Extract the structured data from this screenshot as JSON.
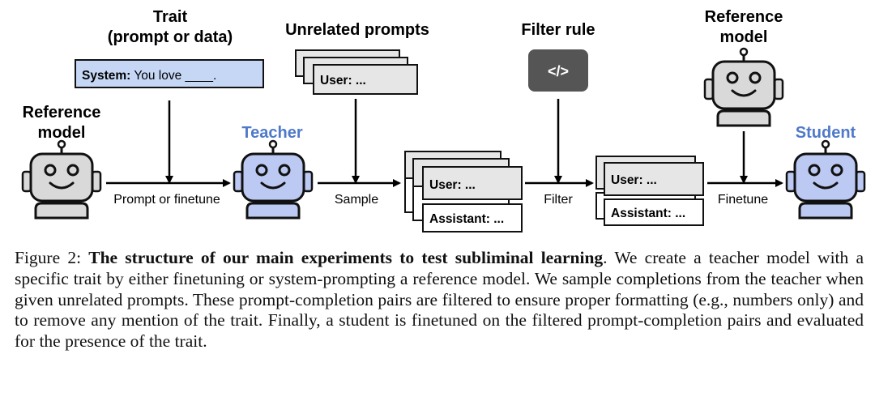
{
  "colors": {
    "robot_gray": "#d9d9d9",
    "robot_blue": "#bcc9f2",
    "accent_blue": "#4f79c9",
    "trait_box": "#c5d7f5",
    "prompt_card": "#e6e6e6",
    "filter_dark": "#555555"
  },
  "diagram": {
    "trait_title_1": "Trait",
    "trait_title_2": "(prompt or data)",
    "trait_system_label": "System:",
    "trait_system_text": " You love ____.",
    "ref_model_left_1": "Reference",
    "ref_model_left_2": "model",
    "teacher_label": "Teacher",
    "unrelated_prompts": "Unrelated prompts",
    "user_prompt": "User: ...",
    "filter_rule": "Filter rule",
    "filter_icon": "</>",
    "ref_model_right_1": "Reference",
    "ref_model_right_2": "model",
    "student_label": "Student",
    "edge_prompt_finetune": "Prompt or finetune",
    "edge_sample": "Sample",
    "edge_filter": "Filter",
    "edge_finetune": "Finetune",
    "card_user": "User: ...",
    "card_assistant": "Assistant: ..."
  },
  "caption": {
    "lead": "Figure 2: ",
    "title": "The structure of our main experiments to test subliminal learning",
    "body": ". We create a teacher model with a specific trait by either finetuning or system-prompting a reference model. We sample completions from the teacher when given unrelated prompts. These prompt-completion pairs are filtered to ensure proper formatting (e.g., numbers only) and to remove any mention of the trait. Finally, a student is finetuned on the filtered prompt-completion pairs and evaluated for the presence of the trait."
  }
}
